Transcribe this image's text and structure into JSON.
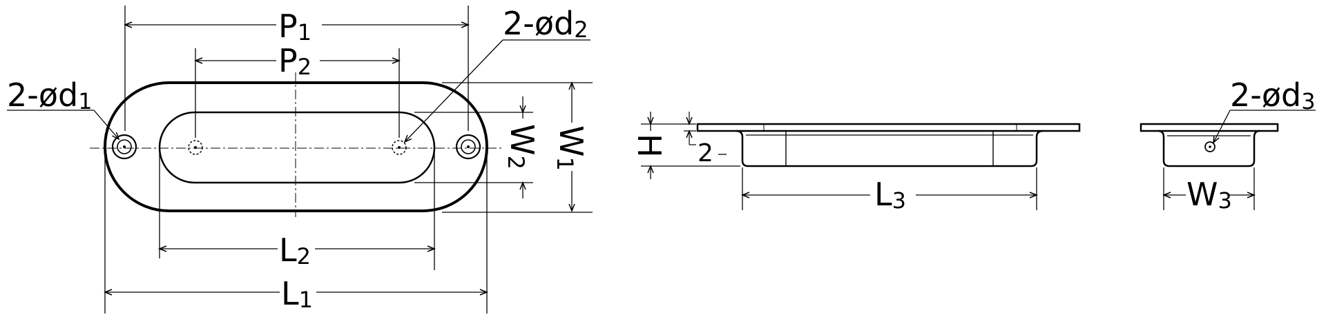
{
  "labels": {
    "p": "P",
    "p_sub1": "1",
    "p_sub2": "2",
    "l": "L",
    "l_sub1": "1",
    "l_sub2": "2",
    "l_sub3": "3",
    "w": "W",
    "w_sub1": "1",
    "w_sub2": "2",
    "w_sub3": "3",
    "h": "H",
    "hole_prefix": "2-ød",
    "hole_sub1": "1",
    "hole_sub2": "2",
    "hole_sub3": "3",
    "thick": "2"
  },
  "colors": {
    "line": "#000000",
    "background": "#ffffff"
  }
}
